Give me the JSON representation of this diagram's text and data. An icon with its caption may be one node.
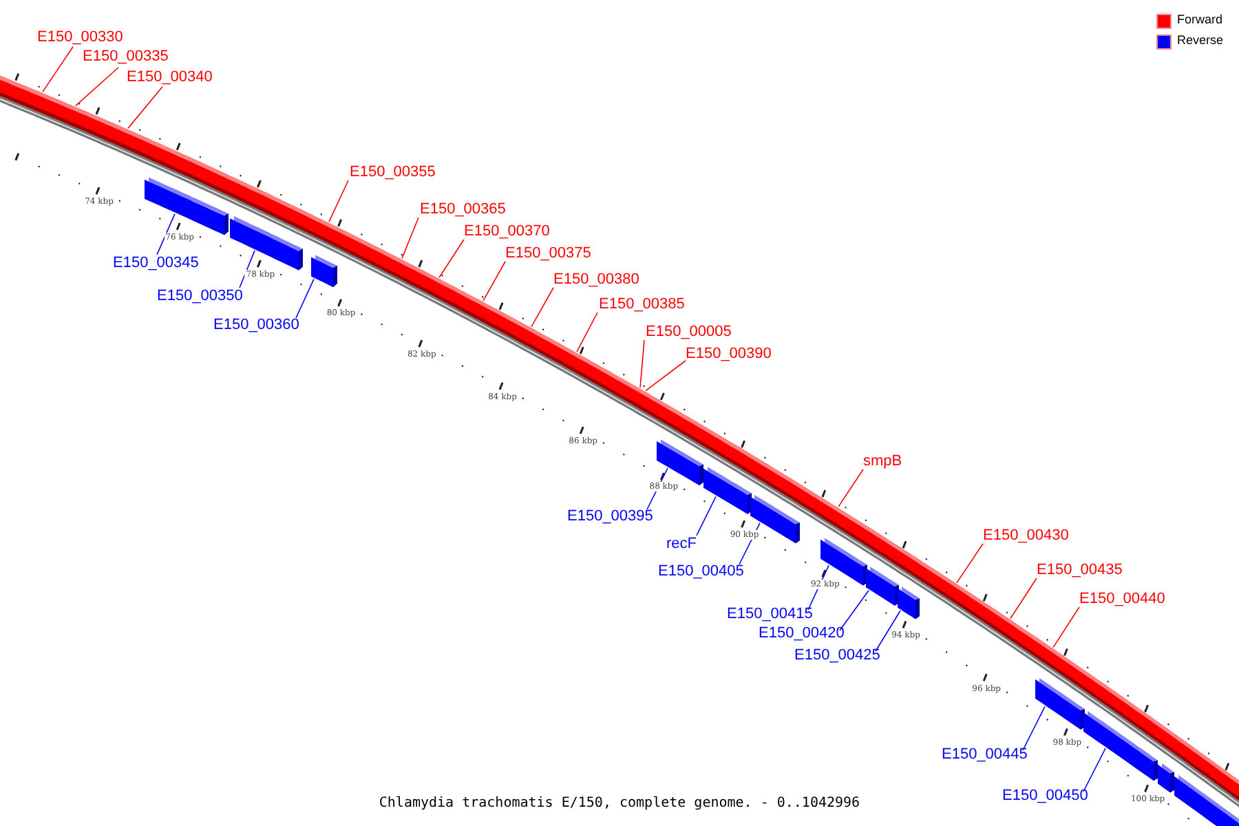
{
  "diagram": {
    "caption": "Chlamydia trachomatis E/150, complete genome. - 0..1042996",
    "nodes": [
      {
        "text": [
          "E150_00330"
        ]
      },
      {
        "text": [
          "E150_00335"
        ]
      },
      {
        "text": [
          "E150_00340"
        ]
      },
      {
        "text": [
          "E150_00355"
        ]
      },
      {
        "text": [
          "E150_00365"
        ]
      },
      {
        "text": [
          "E150_00370"
        ]
      },
      {
        "text": [
          "E150_00375"
        ]
      },
      {
        "text": [
          "E150_00380"
        ]
      },
      {
        "text": [
          "E150_00385"
        ]
      },
      {
        "text": [
          "E150_00005"
        ]
      },
      {
        "text": [
          "E150_00390"
        ]
      },
      {
        "text": [
          "smpB"
        ]
      },
      {
        "text": [
          "E150_00430"
        ]
      },
      {
        "text": [
          "E150_00435"
        ]
      },
      {
        "text": [
          "E150_00440"
        ]
      },
      {
        "text": [
          "E150_00345"
        ]
      },
      {
        "text": [
          "E150_00350"
        ]
      },
      {
        "text": [
          "E150_00360"
        ]
      },
      {
        "text": [
          "E150_00395"
        ]
      },
      {
        "text": [
          "recF"
        ]
      },
      {
        "text": [
          "E150_00405"
        ]
      },
      {
        "text": [
          "E150_00415"
        ]
      },
      {
        "text": [
          "E150_00420"
        ]
      },
      {
        "text": [
          "E150_00425"
        ]
      },
      {
        "text": [
          "E150_00445"
        ]
      },
      {
        "text": [
          "E150_00450"
        ]
      },
      {
        "text": [],
        "shape": "bar"
      },
      {
        "text": [],
        "shape": "bar"
      },
      {
        "text": [],
        "shape": "bar"
      },
      {
        "text": [],
        "shape": "bar"
      },
      {
        "text": [],
        "shape": "bar"
      },
      {
        "text": [],
        "shape": "bar"
      },
      {
        "text": [],
        "shape": "bar"
      },
      {
        "text": [],
        "shape": "bar"
      },
      {
        "text": [],
        "shape": "bar"
      },
      {
        "text": [],
        "shape": "bar"
      },
      {
        "text": [],
        "shape": "bar"
      },
      {
        "text": [],
        "shape": "bar"
      },
      {
        "text": [],
        "shape": "bar"
      }
    ],
    "edges": [
      {
        "from": 0,
        "to": null,
        "arrow": "none"
      },
      {
        "from": 1,
        "to": null,
        "arrow": "none"
      },
      {
        "from": 2,
        "to": null,
        "arrow": "none"
      },
      {
        "from": 3,
        "to": null,
        "arrow": "none"
      },
      {
        "from": 4,
        "to": null,
        "arrow": "none"
      },
      {
        "from": 5,
        "to": null,
        "arrow": "none"
      },
      {
        "from": 6,
        "to": null,
        "arrow": "none"
      },
      {
        "from": 7,
        "to": null,
        "arrow": "none"
      },
      {
        "from": 8,
        "to": null,
        "arrow": "none"
      },
      {
        "from": 9,
        "to": null,
        "arrow": "none"
      },
      {
        "from": 10,
        "to": null,
        "arrow": "none"
      },
      {
        "from": 11,
        "to": null,
        "arrow": "none"
      },
      {
        "from": 12,
        "to": null,
        "arrow": "none"
      },
      {
        "from": 13,
        "to": null,
        "arrow": "none"
      },
      {
        "from": 14,
        "to": null,
        "arrow": "none"
      },
      {
        "from": 15,
        "to": 26,
        "arrow": "none",
        "color": "#0000ff"
      },
      {
        "from": 16,
        "to": 27,
        "arrow": "none",
        "color": "#0000ff"
      },
      {
        "from": 17,
        "to": 28,
        "arrow": "none",
        "color": "#0000ff"
      },
      {
        "from": 18,
        "to": 29,
        "arrow": "none",
        "color": "#0000ff"
      },
      {
        "from": 19,
        "to": 30,
        "arrow": "none",
        "color": "#0000ff"
      },
      {
        "from": 20,
        "to": 31,
        "arrow": "none",
        "color": "#0000ff"
      },
      {
        "from": 21,
        "to": 32,
        "arrow": "none",
        "color": "#0000ff"
      },
      {
        "from": 22,
        "to": 33,
        "arrow": "none",
        "color": "#0000ff"
      },
      {
        "from": 23,
        "to": 34,
        "arrow": "none",
        "color": "#0000ff"
      },
      {
        "from": 24,
        "to": 35,
        "arrow": "none",
        "color": "#0000ff"
      },
      {
        "from": 25,
        "to": 36,
        "arrow": "none",
        "color": "#0000ff"
      }
    ],
    "labels": [
      "74 kbp",
      "76 kbp",
      "78 kbp",
      "80 kbp",
      "82 kbp",
      "84 kbp",
      "86 kbp",
      "88 kbp",
      "90 kbp",
      "92 kbp",
      "94 kbp",
      "96 kbp",
      "98 kbp",
      "100 kbp"
    ],
    "legend": [
      {
        "text": "Forward",
        "color": "#ff0000"
      },
      {
        "text": "Reverse",
        "color": "#0000ff"
      }
    ]
  }
}
